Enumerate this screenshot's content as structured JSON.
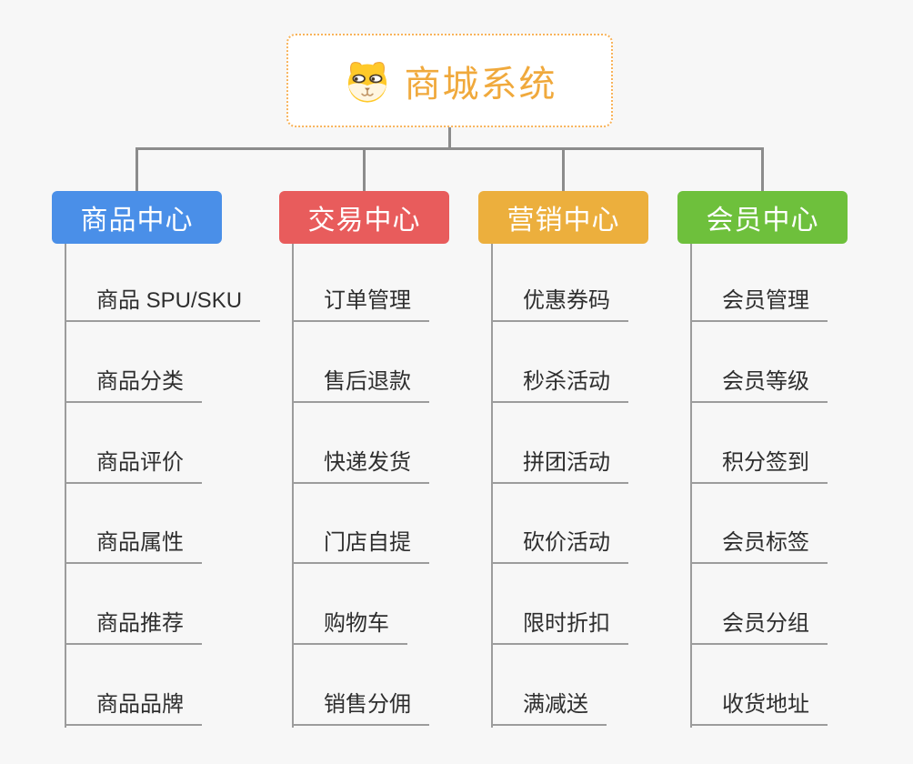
{
  "page": {
    "background_color": "#F7F7F7",
    "connector_color": "#8C8C8C",
    "child_line_color": "#9C9C9C",
    "child_text_color": "#2E2E2E"
  },
  "root": {
    "title": "商城系统",
    "icon": "dog-face-icon",
    "title_color": "#F0A93C",
    "border_color": "#F8B35A"
  },
  "branches": [
    {
      "label": "商品中心",
      "color": "#4A8FE8",
      "children": [
        "商品 SPU/SKU",
        "商品分类",
        "商品评价",
        "商品属性",
        "商品推荐",
        "商品品牌"
      ]
    },
    {
      "label": "交易中心",
      "color": "#E85C5C",
      "children": [
        "订单管理",
        "售后退款",
        "快递发货",
        "门店自提",
        "购物车",
        "销售分佣"
      ]
    },
    {
      "label": "营销中心",
      "color": "#ECAF3D",
      "children": [
        "优惠券码",
        "秒杀活动",
        "拼团活动",
        "砍价活动",
        "限时折扣",
        "满减送"
      ]
    },
    {
      "label": "会员中心",
      "color": "#6EC03C",
      "children": [
        "会员管理",
        "会员等级",
        "积分签到",
        "会员标签",
        "会员分组",
        "收货地址"
      ]
    }
  ]
}
